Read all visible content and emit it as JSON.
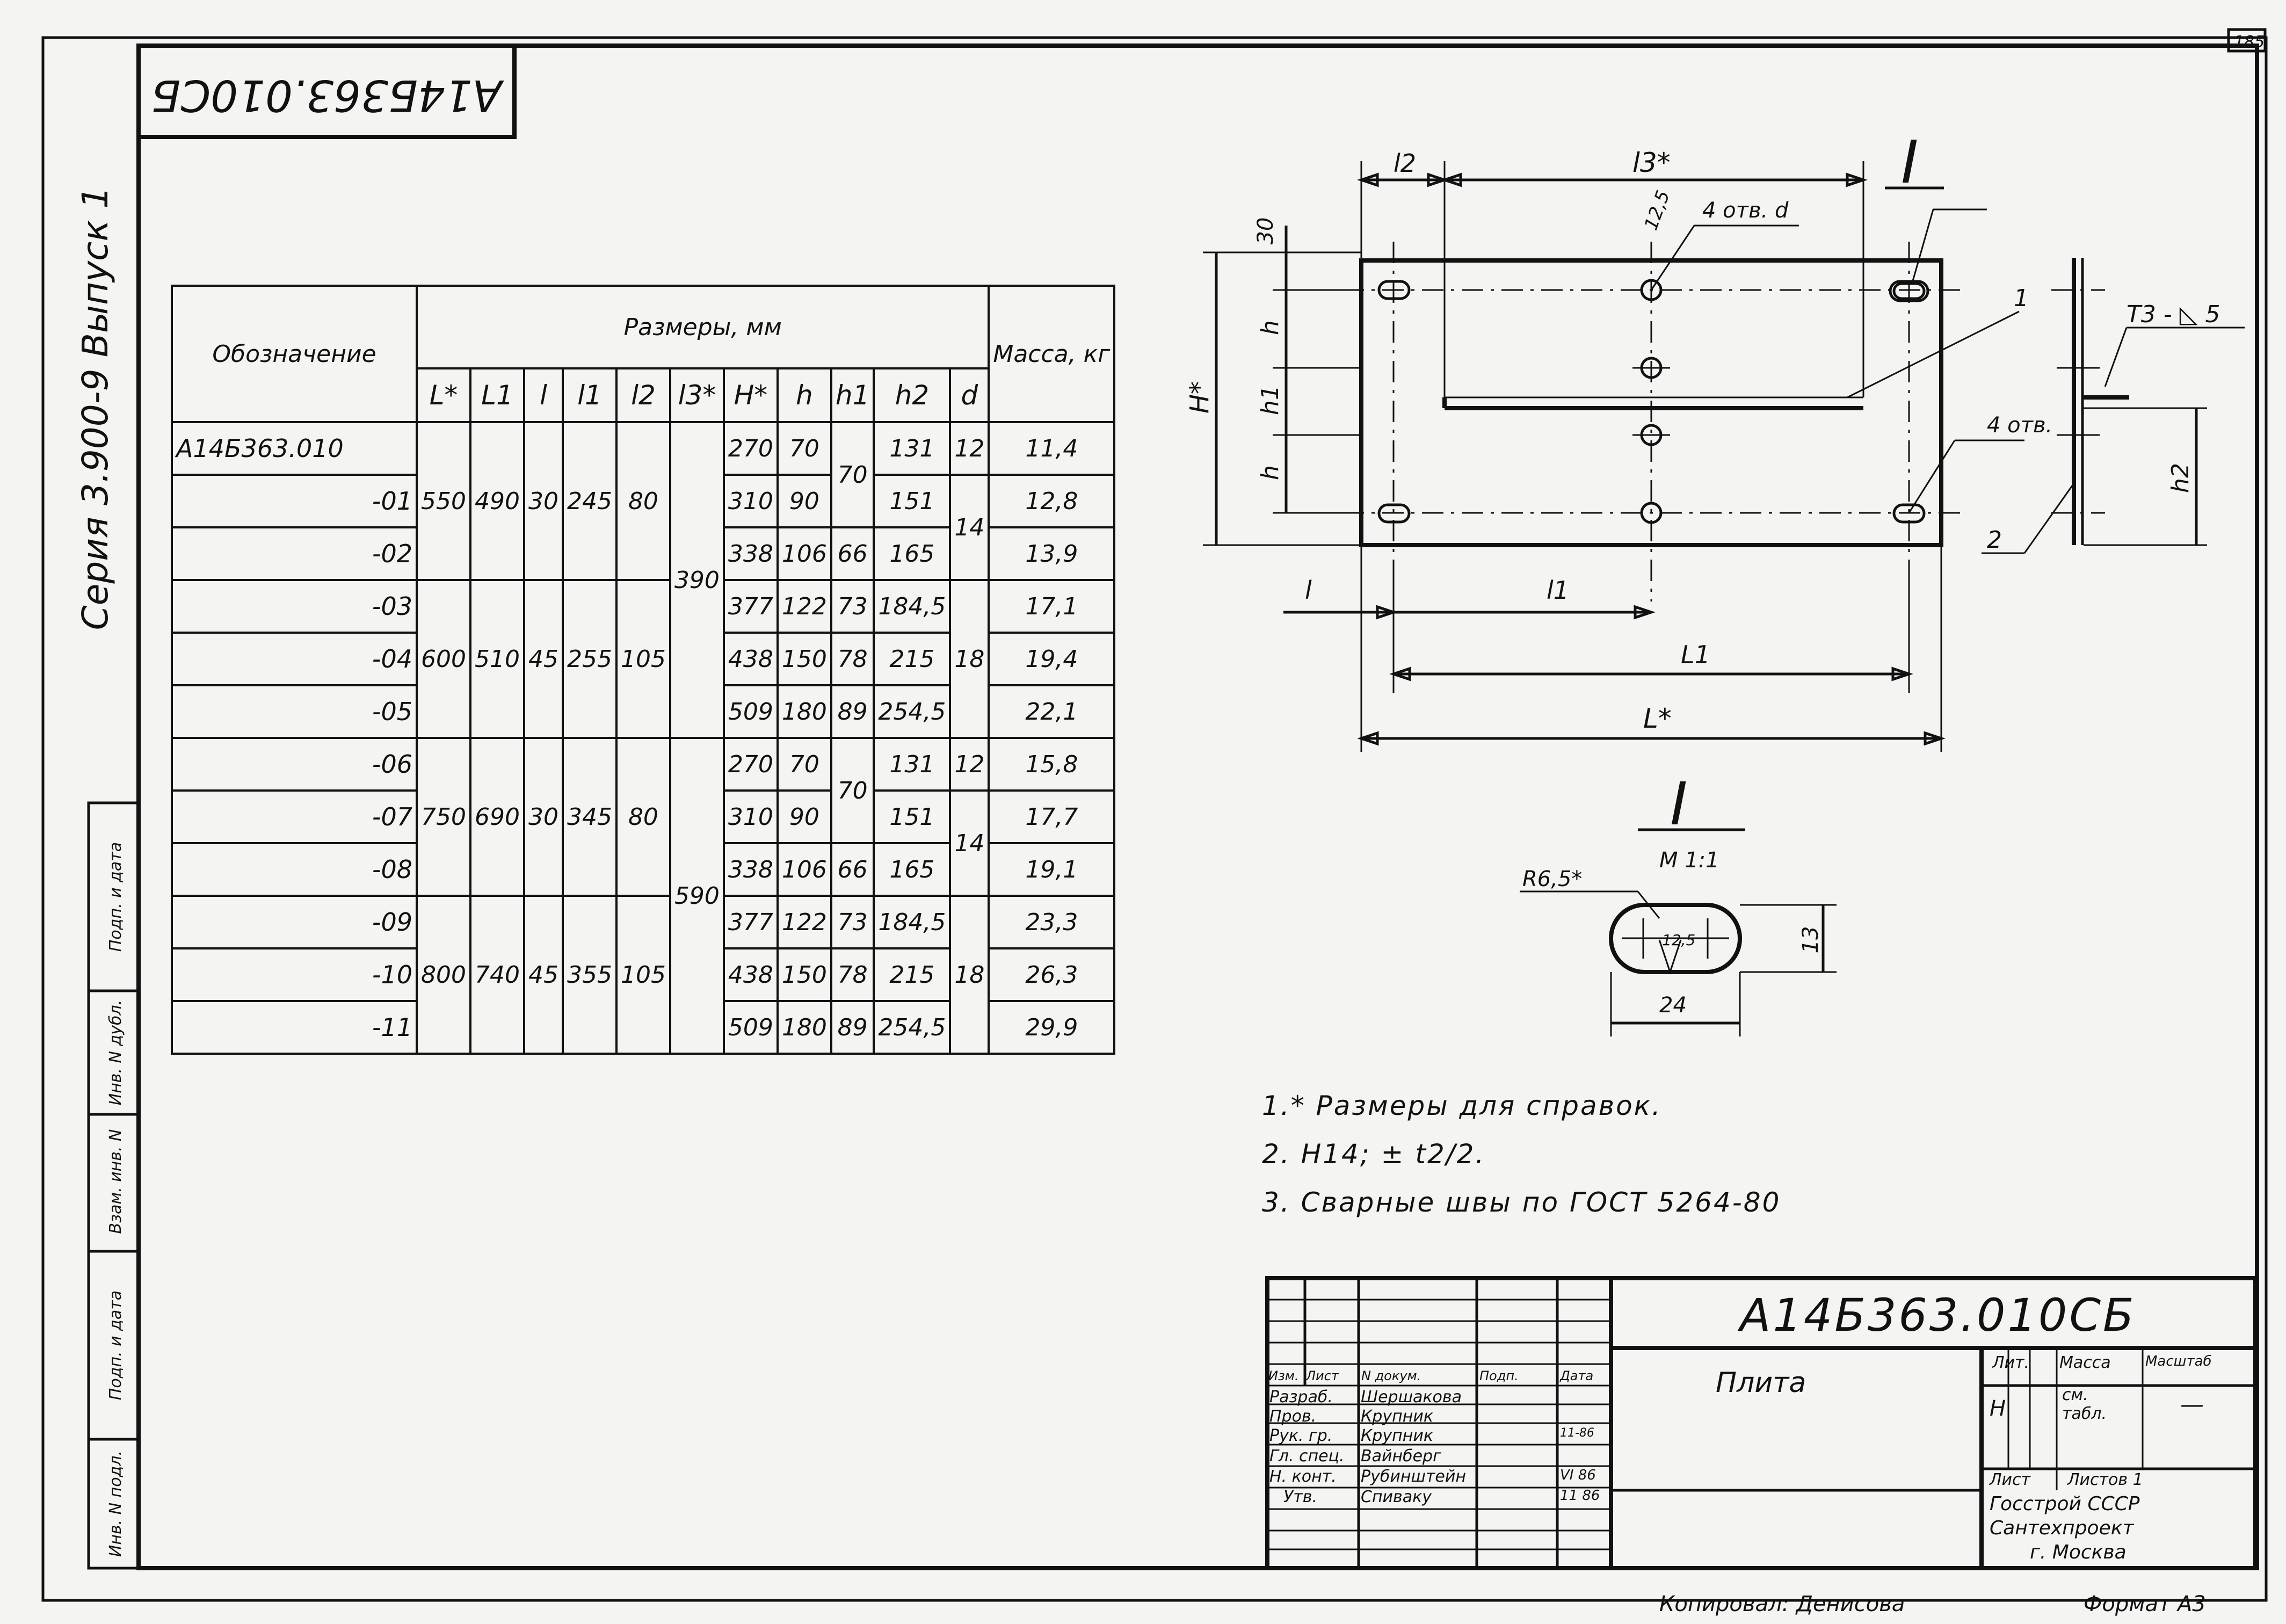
{
  "sheet": {
    "stamp_code_rotated": "А14Б363.010СБ",
    "series_label": "Серия 3.900-9 Выпуск 1",
    "sheet_number": "185",
    "copied_by": "Копировал: Денисова",
    "format": "Формат А3"
  },
  "left_margin": [
    "Инв. N подл.",
    "Подп. и дата",
    "Взам. инв. N",
    "Инв. N дубл.",
    "Подп. и дата"
  ],
  "table": {
    "col_designation": "Обозначение",
    "col_dimensions": "Размеры, мм",
    "col_mass": "Масса, кг",
    "sub_headers": [
      "L*",
      "L1",
      "l",
      "l1",
      "l2",
      "l3*",
      "H*",
      "h",
      "h1",
      "h2",
      "d"
    ],
    "rows": [
      {
        "des": "А14Б363.010",
        "H": "270",
        "h": "70",
        "h2": "131",
        "d": "12",
        "mass": "11,4"
      },
      {
        "des": "-01",
        "H": "310",
        "h": "90",
        "h2": "151",
        "mass": "12,8"
      },
      {
        "des": "-02",
        "H": "338",
        "h": "106",
        "h1": "66",
        "h2": "165",
        "mass": "13,9"
      },
      {
        "des": "-03",
        "H": "377",
        "h": "122",
        "h1": "73",
        "h2": "184,5",
        "mass": "17,1"
      },
      {
        "des": "-04",
        "H": "438",
        "h": "150",
        "h1": "78",
        "h2": "215",
        "mass": "19,4"
      },
      {
        "des": "-05",
        "H": "509",
        "h": "180",
        "h1": "89",
        "h2": "254,5",
        "mass": "22,1"
      },
      {
        "des": "-06",
        "H": "270",
        "h": "70",
        "h2": "131",
        "d": "12",
        "mass": "15,8"
      },
      {
        "des": "-07",
        "H": "310",
        "h": "90",
        "h2": "151",
        "mass": "17,7"
      },
      {
        "des": "-08",
        "H": "338",
        "h": "106",
        "h1": "66",
        "h2": "165",
        "mass": "19,1"
      },
      {
        "des": "-09",
        "H": "377",
        "h": "122",
        "h1": "73",
        "h2": "184,5",
        "mass": "23,3"
      },
      {
        "des": "-10",
        "H": "438",
        "h": "150",
        "h1": "78",
        "h2": "215",
        "mass": "26,3"
      },
      {
        "des": "-11",
        "H": "509",
        "h": "180",
        "h1": "89",
        "h2": "254,5",
        "mass": "29,9"
      }
    ],
    "groups": {
      "g1": {
        "L": "550",
        "L1": "490",
        "l": "30",
        "l1": "245",
        "l2": "80"
      },
      "g2": {
        "L": "600",
        "L1": "510",
        "l": "45",
        "l1": "255",
        "l2": "105"
      },
      "g3": {
        "L": "750",
        "L1": "690",
        "l": "30",
        "l1": "345",
        "l2": "80"
      },
      "g4": {
        "L": "800",
        "L1": "740",
        "l": "45",
        "l1": "355",
        "l2": "105"
      },
      "l3_a": "390",
      "l3_b": "590",
      "h1_a": "70",
      "h1_b": "70",
      "d_14a": "14",
      "d_18a": "18",
      "d_14b": "14",
      "d_18b": "18"
    }
  },
  "drawing": {
    "dim_l2": "l2",
    "dim_l3": "l3*",
    "dim_30": "30",
    "dim_12_5": "12,5",
    "holes_note": "4 отв. d",
    "holes_note2": "4 отв.",
    "detail_mark": "I",
    "callout_1": "1",
    "callout_2": "2",
    "weld_symbol": "Т3 - ◺ 5",
    "dim_H": "H*",
    "dim_h_top": "h",
    "dim_h1": "h1",
    "dim_h_bottom": "h",
    "dim_h2": "h2",
    "dim_l": "l",
    "dim_l1": "l1",
    "dim_L1": "L1",
    "dim_L": "L*",
    "detail_title": "I",
    "detail_scale": "М 1:1",
    "detail_radius": "R6,5*",
    "detail_12_5": "12,5",
    "detail_13": "13",
    "detail_24": "24"
  },
  "notes": [
    "1.* Размеры для справок.",
    "2. Н14; ± t2/2.",
    "3. Сварные швы по ГОСТ 5264-80"
  ],
  "title_block": {
    "code": "А14Б363.010СБ",
    "name": "Плита",
    "headers": [
      "Изм.",
      "Лист",
      "N докум.",
      "Подп.",
      "Дата"
    ],
    "people": [
      {
        "role": "Разраб.",
        "name": "Шершакова"
      },
      {
        "role": "Пров.",
        "name": "Крупник"
      },
      {
        "role": "Рук. гр.",
        "name": "Крупник"
      },
      {
        "role": "Гл. спец.",
        "name": "Вайнберг"
      },
      {
        "role": "Н. конт.",
        "name": "Рубинштейн"
      },
      {
        "role": "Утв.",
        "name": "Спиваку"
      }
    ],
    "dates": [
      "11-86",
      "VI 86",
      "11 86"
    ],
    "lit_label": "Лит.",
    "mass_label": "Масса",
    "scale_label": "Масштаб",
    "lit_value": "Н",
    "mass_value": "см. табл.",
    "scale_value": "—",
    "sheet_label": "Лист",
    "sheets_label": "Листов 1",
    "org_1": "Госстрой СССР",
    "org_2": "Сантехпроект",
    "org_3": "г. Москва"
  }
}
